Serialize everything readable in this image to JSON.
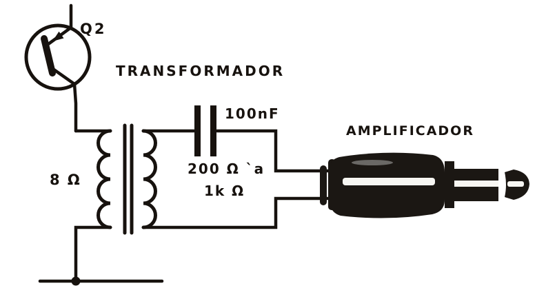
{
  "diagram": {
    "background": "#ffffff",
    "ink": "#17120e",
    "labels": {
      "transistor": "Q2",
      "transformer": "TRANSFORMADOR",
      "capacitor": "100nF",
      "primary_impedance": "8 Ω",
      "secondary_impedance_line1": "200 Ω `a",
      "secondary_impedance_line2": "1k Ω",
      "amplifier": "AMPLIFICADOR"
    },
    "icons": {
      "transistor_symbol": "transistor-icon",
      "transformer_symbol": "transformer-icon",
      "capacitor_symbol": "capacitor-icon",
      "ground_symbol": "ground-icon",
      "plug_illustration": "audio-plug-icon"
    }
  }
}
